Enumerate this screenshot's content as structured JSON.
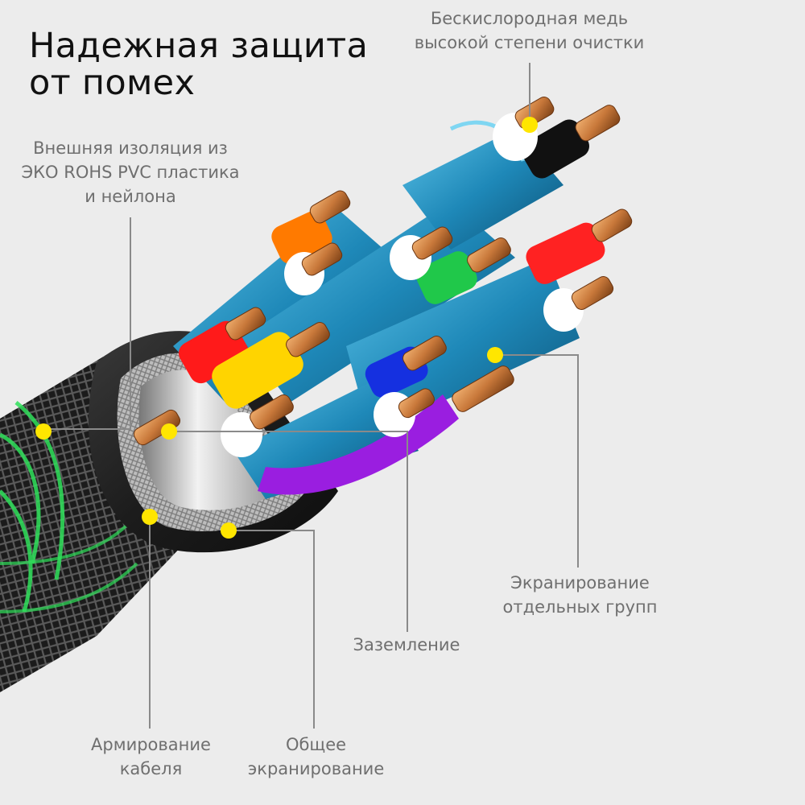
{
  "title": {
    "line1": "Надежная защита",
    "line2": "от помех"
  },
  "labels": {
    "copper": {
      "line1": "Бескислородная медь",
      "line2": "высокой степени очистки"
    },
    "outer_jacket": {
      "line1": "Внешняя изоляция из",
      "line2": "ЭКО ROHS PVC пластика",
      "line3": "и нейлона"
    },
    "group_shield": {
      "line1": "Экранирование",
      "line2": "отдельных групп"
    },
    "grounding": {
      "line1": "Заземление"
    },
    "armoring": {
      "line1": "Армирование",
      "line2": "кабеля"
    },
    "common_shield": {
      "line1": "Общее",
      "line2": "экранирование"
    }
  },
  "colors": {
    "background": "#ececec",
    "marker": "#ffe600",
    "leader_line": "#8a8a8a",
    "sheath_blue": "#1e88b8",
    "braid_green": "#2fe05a",
    "jacket_dark": "#1c1c1c",
    "copper": "#c8783a"
  },
  "wire_colors": [
    "#ff7a00",
    "#ff1a1a",
    "#ffd400",
    "#20c84a",
    "#ff2222",
    "#1530e0",
    "#9a1ee0",
    "#111111",
    "#ffffff"
  ]
}
